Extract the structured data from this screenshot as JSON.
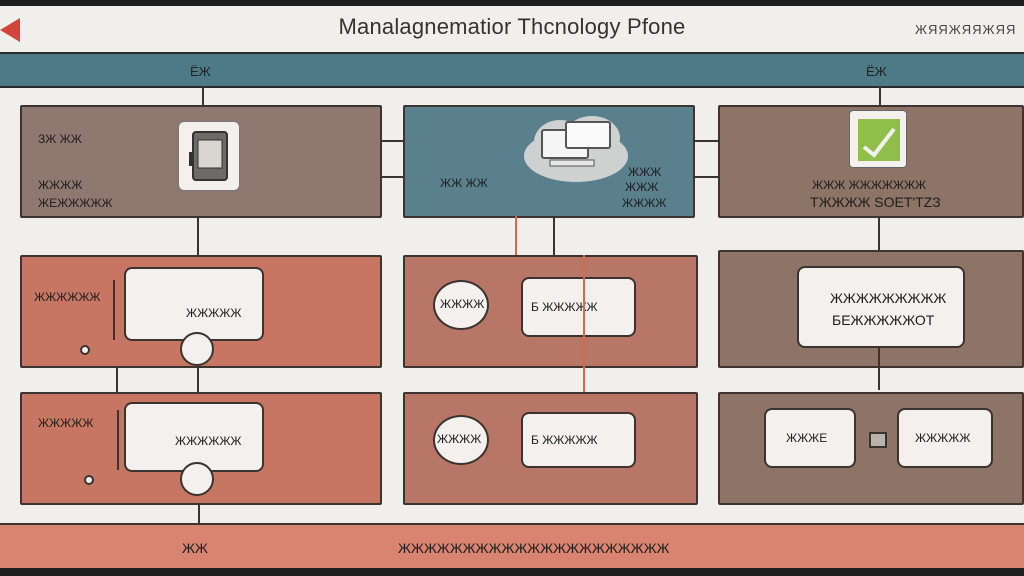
{
  "header": {
    "title": "Manalagnematior Thcnology Pfone",
    "top_right": "ЖЯЯЖЯЯЖЯЯ",
    "band_left": "ЁЖ",
    "band_right": "ЁЖ"
  },
  "row1": {
    "left": {
      "label1": "ЗЖ ЖЖ",
      "label2": "ЖЖЖЖ",
      "label3": "ЖЕЖЖЖЖЖ"
    },
    "center": {
      "label1": "ЖЖ ЖЖ",
      "label2": "ЖЖЖ",
      "label3": "ЖЖЖ",
      "label4": "ЖЖЖЖ"
    },
    "right": {
      "label1": "ЖЖЖ ЖЖЖЖЖЖЖ",
      "label2": "ТЖЖЖЖ SOЕТ'ТZЗ"
    }
  },
  "row2": {
    "left": {
      "label": "ЖЖЖЖЖЖ",
      "card_label": "ЖЖЖЖЖ"
    },
    "center": {
      "circle_label": "ЖЖЖЖ",
      "card_label": "Б ЖЖЖЖЖ"
    },
    "right": {
      "card_line1": "ЖЖЖЖЖЖЖЖЖ",
      "card_line2": "БЕЖЖЖЖЖОТ"
    }
  },
  "row3": {
    "left": {
      "label": "ЖЖЖЖЖ",
      "card_label": "ЖЖЖЖЖЖ"
    },
    "center": {
      "circle_label": "ЖЖЖЖ",
      "card_label": "Б ЖЖЖЖЖ"
    },
    "right": {
      "card_left": "ЖЖЖЕ",
      "card_right": "ЖЖЖЖЖ"
    }
  },
  "footer": {
    "left": "ЖЖ",
    "center": "ЖЖЖЖЖЖЖЖЖЖЖЖЖЖЖЖЖЖЖЖЖ"
  },
  "colors": {
    "accent_red": "#d2453a",
    "band_teal": "#4e7a88",
    "panel_rust": "#c77663",
    "panel_brown": "#8e7367"
  },
  "icons": [
    "flag-icon",
    "printer-icon",
    "cloud-computer-icon",
    "document-check-icon",
    "circle-icon"
  ]
}
